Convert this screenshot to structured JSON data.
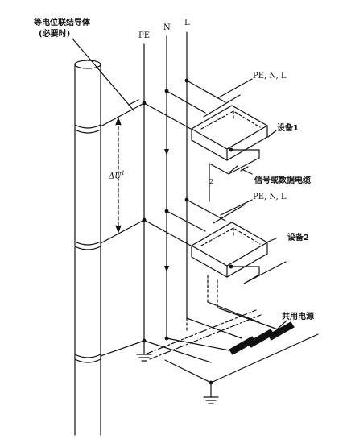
{
  "labels": {
    "equipotential_conductor": "等电位联结导体",
    "optional": "(必要时)",
    "pe": "PE",
    "n": "N",
    "l": "L",
    "pe_n_l_top": "PE, N, L",
    "pe_n_l_mid": "PE, N, L",
    "equipment_1": "设备1",
    "equipment_2": "设备2",
    "signal_cable": "信号或数据电缆",
    "shared_power": "共用电源",
    "delta_u": "ΔU",
    "delta_u_sup": "1",
    "cable_mark": "2"
  }
}
